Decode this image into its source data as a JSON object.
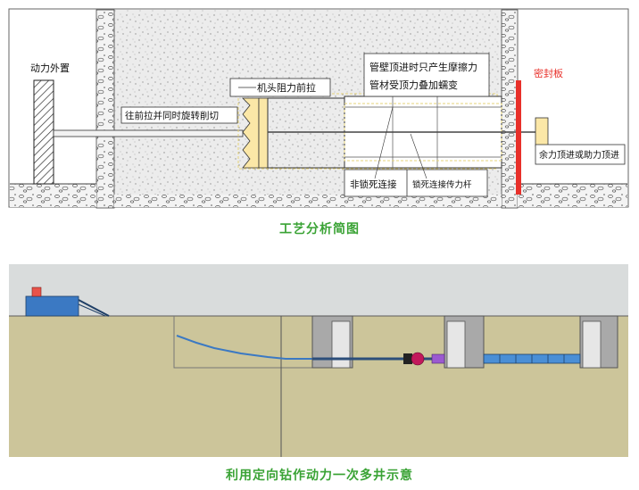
{
  "process_diagram": {
    "caption": "工艺分析简图",
    "labels": {
      "power_outside": "动力外置",
      "pull_rotate": "往前拉并同时旋转削切",
      "head_resistance": "机头阻力前拉",
      "wall_friction": "管壁顶进时只产生摩擦力",
      "pipe_force": "管材受顶力叠加蠕变",
      "seal_plate": "密封板",
      "remaining_jack": "余力顶进或助力顶进",
      "non_locked": "非锁死连接",
      "locked_rod": "锁死连接传力杆"
    }
  },
  "well_diagram": {
    "caption": "利用定向钻作动力一次多井示意"
  },
  "colors": {
    "caption_green": "#3aa335",
    "soil_khaki": "#ccc59a",
    "sky_gray": "#d9dcdc",
    "drill_blue": "#3b79c3",
    "seal_red": "#e8302a"
  }
}
